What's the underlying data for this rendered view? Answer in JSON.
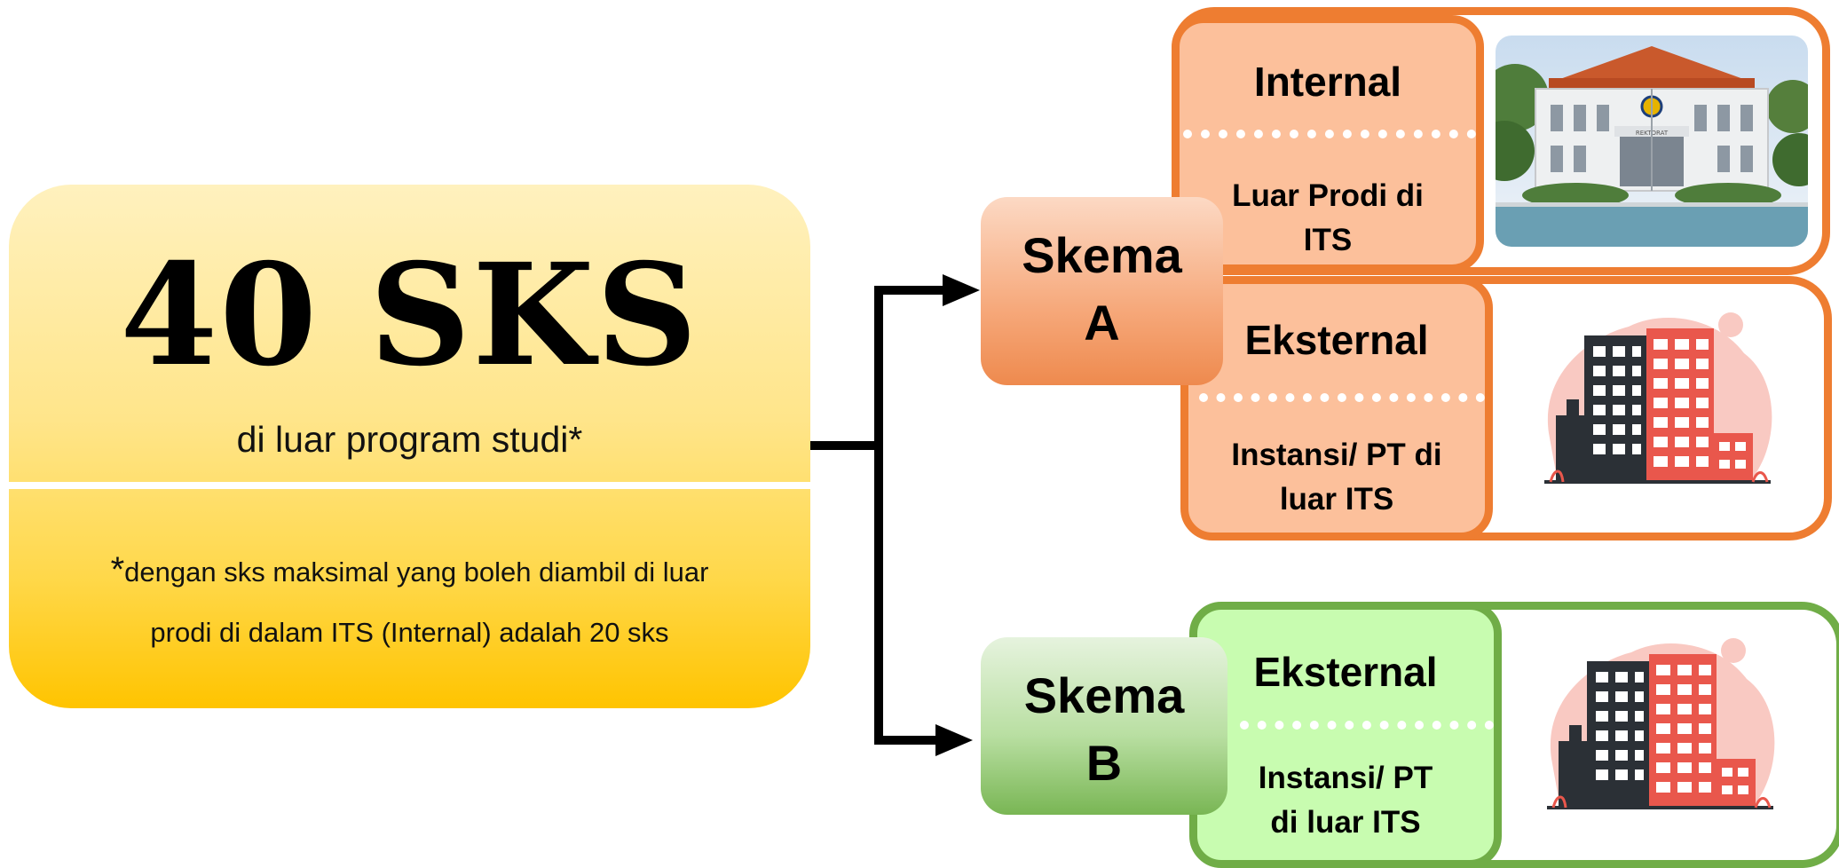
{
  "main": {
    "title": "40 SKS",
    "subtitle": "di luar program studi*",
    "note_star": "*",
    "note_line1": "dengan sks maksimal yang boleh diambil di luar",
    "note_line2": "prodi di dalam ITS (Internal)  adalah 20 sks"
  },
  "skema_a": {
    "line1": "Skema",
    "line2": "A",
    "internal": {
      "title": "Internal",
      "desc_line1": "Luar Prodi di",
      "desc_line2": "ITS"
    },
    "eksternal": {
      "title": "Eksternal",
      "desc_line1": "Instansi/ PT di",
      "desc_line2": "luar ITS"
    }
  },
  "skema_b": {
    "line1": "Skema",
    "line2": "B",
    "eksternal": {
      "title": "Eksternal",
      "desc_line1": "Instansi/ PT",
      "desc_line2": "di luar ITS"
    }
  },
  "building_sign": "REKTORAT",
  "colors": {
    "orange": "#ee7d31",
    "green": "#70ad47",
    "yellow": "#ffd84a",
    "peach": "#fcc09b",
    "light_green": "#c8fcb0"
  }
}
